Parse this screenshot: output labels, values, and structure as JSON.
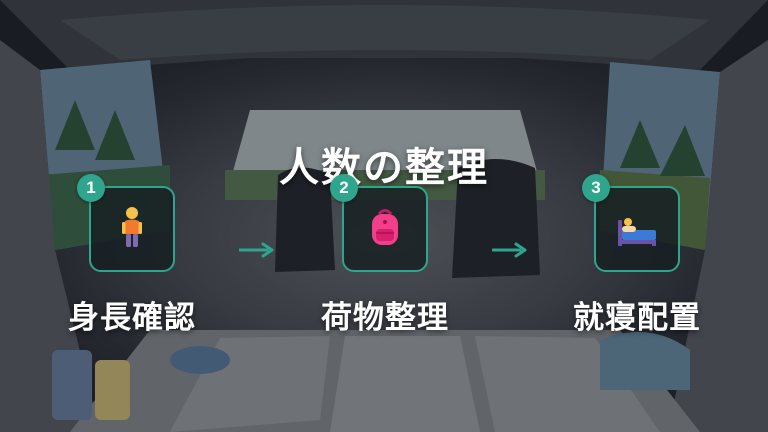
{
  "title": "人数の整理",
  "steps": [
    {
      "number": "1",
      "label": "身長確認",
      "icon": "standing-person-icon"
    },
    {
      "number": "2",
      "label": "荷物整理",
      "icon": "backpack-icon"
    },
    {
      "number": "3",
      "label": "就寝配置",
      "icon": "bed-icon"
    }
  ],
  "colors": {
    "accent": "#2ea58c",
    "tile_background": "#161e22",
    "text": "#ffffff"
  }
}
